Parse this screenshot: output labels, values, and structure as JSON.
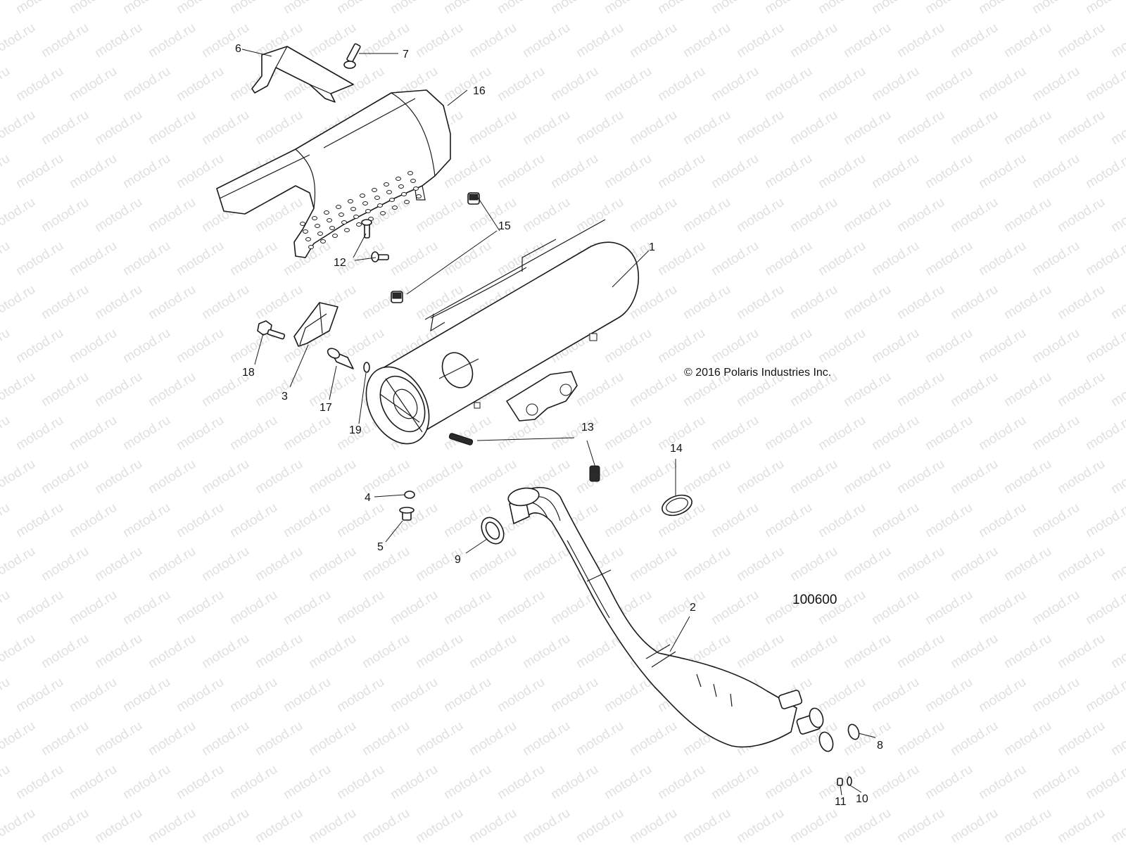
{
  "watermark": "motod.ru",
  "copyright": "© 2016 Polaris Industries Inc.",
  "diagram_id": "100600",
  "callouts": [
    {
      "key": "c1",
      "label": "1"
    },
    {
      "key": "c2",
      "label": "2"
    },
    {
      "key": "c3",
      "label": "3"
    },
    {
      "key": "c4",
      "label": "4"
    },
    {
      "key": "c5",
      "label": "5"
    },
    {
      "key": "c6",
      "label": "6"
    },
    {
      "key": "c7",
      "label": "7"
    },
    {
      "key": "c8",
      "label": "8"
    },
    {
      "key": "c9",
      "label": "9"
    },
    {
      "key": "c10",
      "label": "10"
    },
    {
      "key": "c11",
      "label": "11"
    },
    {
      "key": "c12",
      "label": "12"
    },
    {
      "key": "c13",
      "label": "13"
    },
    {
      "key": "c14",
      "label": "14"
    },
    {
      "key": "c15",
      "label": "15"
    },
    {
      "key": "c16",
      "label": "16"
    },
    {
      "key": "c17",
      "label": "17"
    },
    {
      "key": "c18",
      "label": "18"
    },
    {
      "key": "c19",
      "label": "19"
    }
  ],
  "colors": {
    "line": "#1a1a1a",
    "watermark": "#e0e0e0",
    "background": "#ffffff"
  }
}
